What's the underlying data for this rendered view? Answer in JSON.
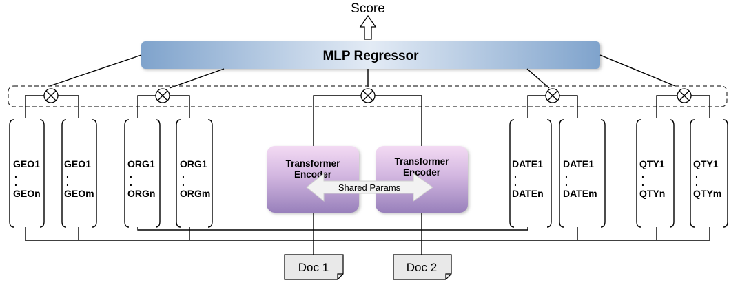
{
  "score_label": "Score",
  "mlp_label": "MLP Regressor",
  "encoders": [
    {
      "line1": "Transformer",
      "line2": "Encoder"
    },
    {
      "line1": "Transformer",
      "line2": "Encoder"
    }
  ],
  "shared_params_label": "Shared Params",
  "docs": [
    "Doc 1",
    "Doc 2"
  ],
  "entity_lists": [
    {
      "top": "GEO1",
      "bottom": "GEOn"
    },
    {
      "top": "GEO1",
      "bottom": "GEOm"
    },
    {
      "top": "ORG1",
      "bottom": "ORGn"
    },
    {
      "top": "ORG1",
      "bottom": "ORGm"
    },
    {
      "top": "DATE1",
      "bottom": "DATEn"
    },
    {
      "top": "DATE1",
      "bottom": "DATEm"
    },
    {
      "top": "QTY1",
      "bottom": "QTYn"
    },
    {
      "top": "QTY1",
      "bottom": "QTYm"
    }
  ],
  "ellipsis": ".",
  "colors": {
    "mlp_left": "#7fa3cc",
    "mlp_mid": "#dfe8f3",
    "mlp_right": "#7fa3cc",
    "encoder_top": "#f0d6f2",
    "encoder_bottom": "#9b82bd",
    "arrow_fill": "#f2f2f2",
    "doc_fill": "#e9e9e9"
  }
}
